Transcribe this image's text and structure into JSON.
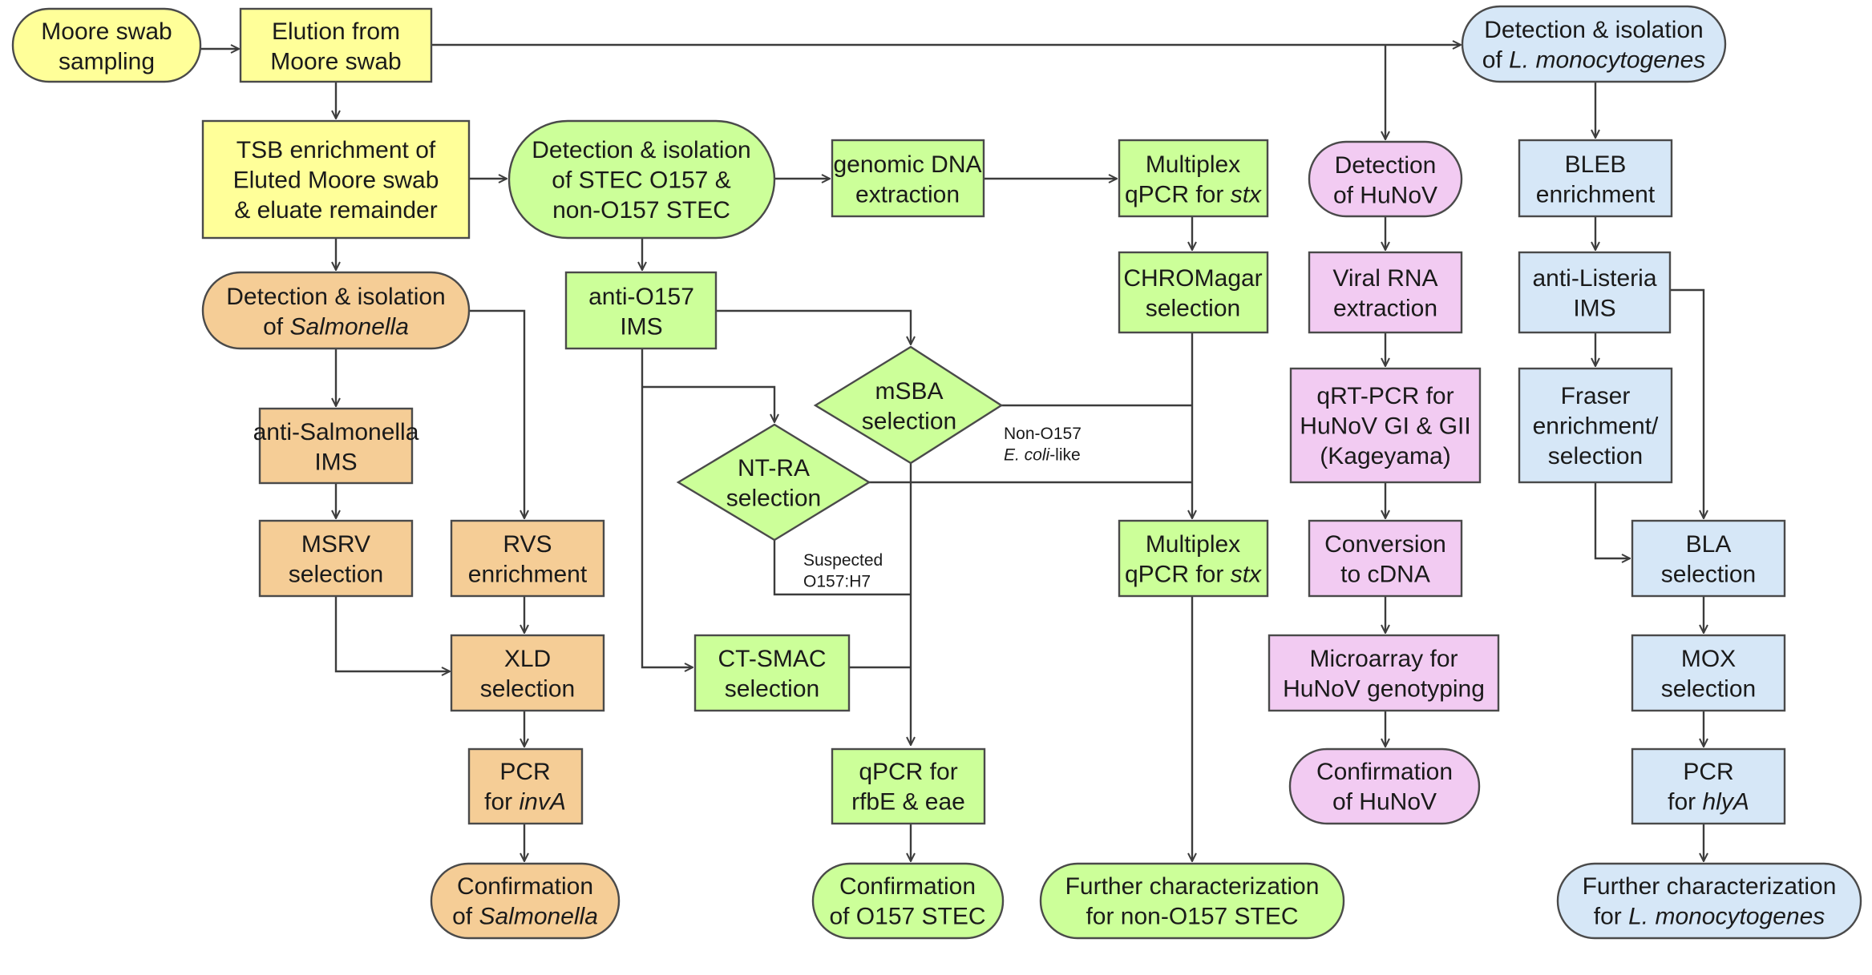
{
  "colors": {
    "yellow": "#ffff99",
    "green": "#ccff99",
    "orange": "#f5cd96",
    "pink": "#f2cbf2",
    "blue": "#d6e7f7",
    "border": "#4a4a4a",
    "edge": "#3c3c3c"
  },
  "nodes": {
    "moore_swab_sampling": [
      [
        {
          "t": "Moore swab"
        }
      ],
      [
        {
          "t": "sampling"
        }
      ]
    ],
    "elution": [
      [
        {
          "t": "Elution from"
        }
      ],
      [
        {
          "t": "Moore swab"
        }
      ]
    ],
    "detect_listeria": [
      [
        {
          "t": "Detection & isolation"
        }
      ],
      [
        {
          "t": "of "
        },
        {
          "t": "L. monocytogenes",
          "i": true
        }
      ]
    ],
    "tsb_enrichment": [
      [
        {
          "t": "TSB enrichment of"
        }
      ],
      [
        {
          "t": "Eluted Moore swab"
        }
      ],
      [
        {
          "t": "& eluate remainder"
        }
      ]
    ],
    "detect_stec": [
      [
        {
          "t": "Detection & isolation"
        }
      ],
      [
        {
          "t": "of STEC O157 &"
        }
      ],
      [
        {
          "t": "non-O157 STEC"
        }
      ]
    ],
    "genomic_dna": [
      [
        {
          "t": "genomic DNA"
        }
      ],
      [
        {
          "t": "extraction"
        }
      ]
    ],
    "multiplex_qpcr_1": [
      [
        {
          "t": "Multiplex"
        }
      ],
      [
        {
          "t": "qPCR for "
        },
        {
          "t": "stx",
          "i": true
        }
      ]
    ],
    "detect_hunov": [
      [
        {
          "t": "Detection"
        }
      ],
      [
        {
          "t": "of HuNoV"
        }
      ]
    ],
    "bleb_enrichment": [
      [
        {
          "t": "BLEB"
        }
      ],
      [
        {
          "t": "enrichment"
        }
      ]
    ],
    "detect_salmonella": [
      [
        {
          "t": "Detection & isolation"
        }
      ],
      [
        {
          "t": "of "
        },
        {
          "t": "Salmonella",
          "i": true
        }
      ]
    ],
    "anti_o157_ims": [
      [
        {
          "t": "anti-O157"
        }
      ],
      [
        {
          "t": "IMS"
        }
      ]
    ],
    "chromagar": [
      [
        {
          "t": "CHROMagar"
        }
      ],
      [
        {
          "t": "selection"
        }
      ]
    ],
    "viral_rna": [
      [
        {
          "t": "Viral RNA"
        }
      ],
      [
        {
          "t": "extraction"
        }
      ]
    ],
    "anti_listeria_ims": [
      [
        {
          "t": "anti-Listeria"
        }
      ],
      [
        {
          "t": "IMS"
        }
      ]
    ],
    "msba": [
      [
        {
          "t": "mSBA"
        }
      ],
      [
        {
          "t": "selection"
        }
      ]
    ],
    "anti_salmonella_ims": [
      [
        {
          "t": "anti-Salmonella"
        }
      ],
      [
        {
          "t": "IMS"
        }
      ]
    ],
    "qrt_pcr": [
      [
        {
          "t": "qRT-PCR for"
        }
      ],
      [
        {
          "t": "HuNoV GI & GII"
        }
      ],
      [
        {
          "t": "(Kageyama)"
        }
      ]
    ],
    "fraser": [
      [
        {
          "t": "Fraser"
        }
      ],
      [
        {
          "t": "enrichment/"
        }
      ],
      [
        {
          "t": "selection"
        }
      ]
    ],
    "ntra": [
      [
        {
          "t": "NT-RA"
        }
      ],
      [
        {
          "t": "selection"
        }
      ]
    ],
    "msrv": [
      [
        {
          "t": "MSRV"
        }
      ],
      [
        {
          "t": "selection"
        }
      ]
    ],
    "rvs": [
      [
        {
          "t": "RVS"
        }
      ],
      [
        {
          "t": "enrichment"
        }
      ]
    ],
    "multiplex_qpcr_2": [
      [
        {
          "t": "Multiplex"
        }
      ],
      [
        {
          "t": "qPCR for "
        },
        {
          "t": "stx",
          "i": true
        }
      ]
    ],
    "conversion_cdna": [
      [
        {
          "t": "Conversion"
        }
      ],
      [
        {
          "t": "to cDNA"
        }
      ]
    ],
    "bla": [
      [
        {
          "t": "BLA"
        }
      ],
      [
        {
          "t": "selection"
        }
      ]
    ],
    "xld": [
      [
        {
          "t": "XLD"
        }
      ],
      [
        {
          "t": "selection"
        }
      ]
    ],
    "ct_smac": [
      [
        {
          "t": "CT-SMAC"
        }
      ],
      [
        {
          "t": "selection"
        }
      ]
    ],
    "microarray": [
      [
        {
          "t": "Microarray for"
        }
      ],
      [
        {
          "t": "HuNoV genotyping"
        }
      ]
    ],
    "mox": [
      [
        {
          "t": "MOX"
        }
      ],
      [
        {
          "t": "selection"
        }
      ]
    ],
    "pcr_inva": [
      [
        {
          "t": "PCR"
        }
      ],
      [
        {
          "t": "for "
        },
        {
          "t": "invA",
          "i": true
        }
      ]
    ],
    "qpcr_rfbe": [
      [
        {
          "t": "qPCR for"
        }
      ],
      [
        {
          "t": "rfbE & eae"
        }
      ]
    ],
    "confirm_hunov": [
      [
        {
          "t": "Confirmation"
        }
      ],
      [
        {
          "t": "of HuNoV"
        }
      ]
    ],
    "pcr_hlya": [
      [
        {
          "t": "PCR"
        }
      ],
      [
        {
          "t": "for "
        },
        {
          "t": "hlyA",
          "i": true
        }
      ]
    ],
    "confirm_salmonella": [
      [
        {
          "t": "Confirmation"
        }
      ],
      [
        {
          "t": "of "
        },
        {
          "t": "Salmonella",
          "i": true
        }
      ]
    ],
    "confirm_o157": [
      [
        {
          "t": "Confirmation"
        }
      ],
      [
        {
          "t": "of O157 STEC"
        }
      ]
    ],
    "further_non_o157": [
      [
        {
          "t": "Further characterization"
        }
      ],
      [
        {
          "t": "for non-O157 STEC"
        }
      ]
    ],
    "further_listeria": [
      [
        {
          "t": "Further characterization"
        }
      ],
      [
        {
          "t": "for "
        },
        {
          "t": "L. monocytogenes",
          "i": true
        }
      ]
    ]
  },
  "annotations": {
    "non_o157_ecoli_like": [
      [
        {
          "t": "Non-O157"
        }
      ],
      [
        {
          "t": "E. coli",
          "i": true
        },
        {
          "t": "-like"
        }
      ]
    ],
    "suspected_o157h7": [
      [
        {
          "t": "Suspected"
        }
      ],
      [
        {
          "t": "O157:H7"
        }
      ]
    ]
  }
}
